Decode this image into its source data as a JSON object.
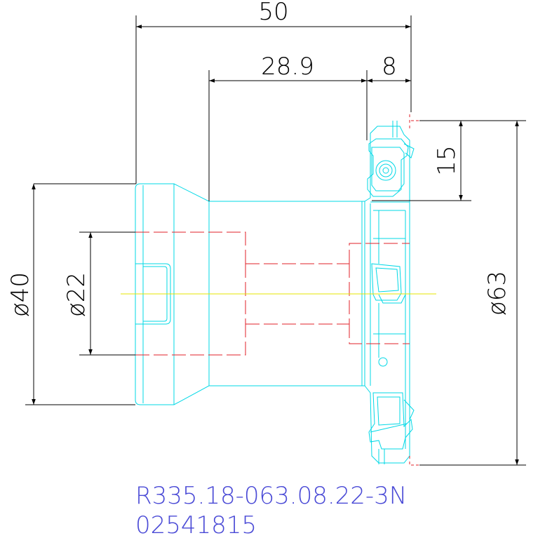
{
  "dimensions": {
    "overall_length": "50",
    "body_length": "28.9",
    "head_length": "8",
    "insert_height": "15",
    "hub_diameter": "ø40",
    "bore_diameter": "ø22",
    "cutter_diameter": "ø63"
  },
  "part": {
    "designation": "R335.18-063.08.22-3N",
    "item_number": "02541815"
  },
  "colors": {
    "dimension": "#000000",
    "outline": "#00d8e6",
    "hidden": "#e0202a",
    "centerline": "#e6e600",
    "designation": "#4a4ad6"
  }
}
